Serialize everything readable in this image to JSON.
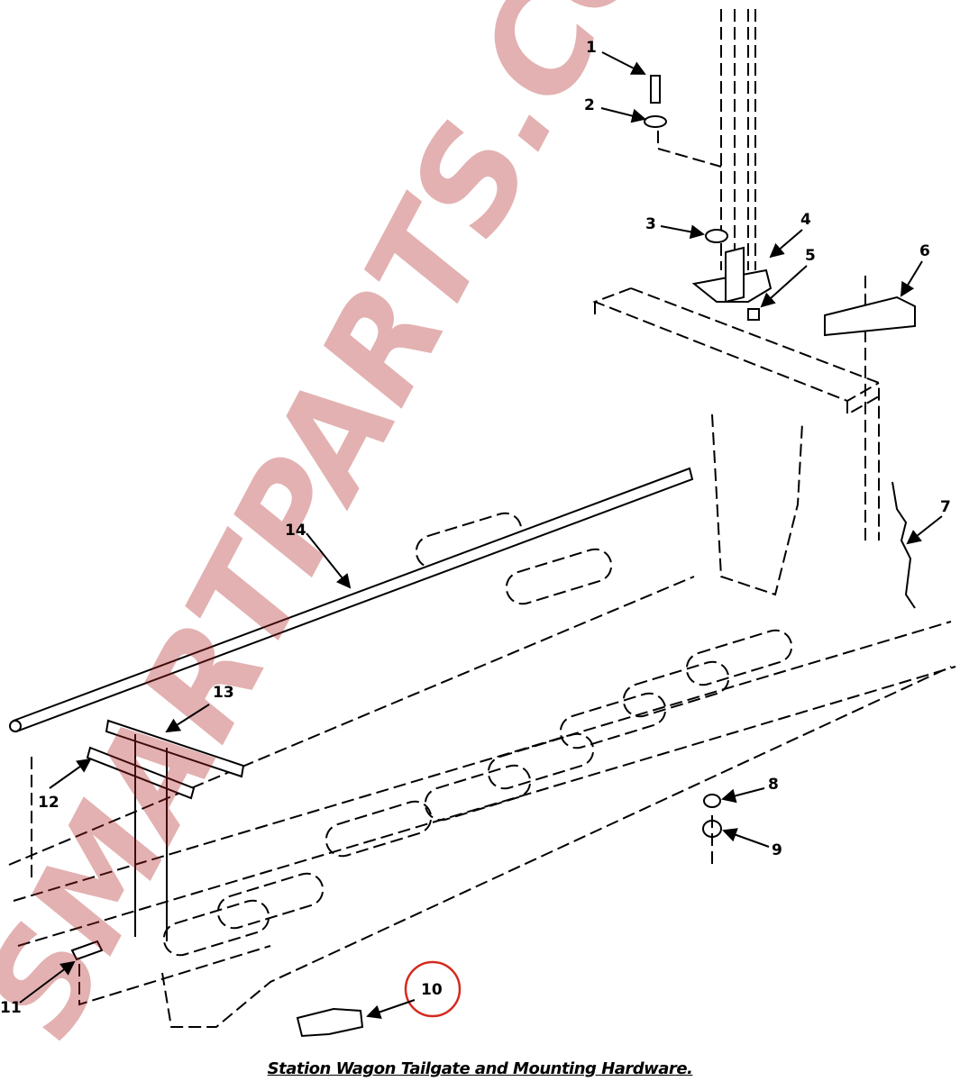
{
  "diagram": {
    "title": "Station Wagon Tailgate and Mounting Hardware.",
    "watermark": "SMARTPARTS.COM",
    "highlight_color": "#d42a1e",
    "callouts": [
      {
        "id": "1",
        "label": "1"
      },
      {
        "id": "2",
        "label": "2"
      },
      {
        "id": "3",
        "label": "3"
      },
      {
        "id": "4",
        "label": "4"
      },
      {
        "id": "5",
        "label": "5"
      },
      {
        "id": "6",
        "label": "6"
      },
      {
        "id": "7",
        "label": "7"
      },
      {
        "id": "8",
        "label": "8"
      },
      {
        "id": "9",
        "label": "9"
      },
      {
        "id": "10",
        "label": "10",
        "highlighted": true
      },
      {
        "id": "11",
        "label": "11"
      },
      {
        "id": "12",
        "label": "12"
      },
      {
        "id": "13",
        "label": "13"
      },
      {
        "id": "14",
        "label": "14"
      }
    ]
  }
}
